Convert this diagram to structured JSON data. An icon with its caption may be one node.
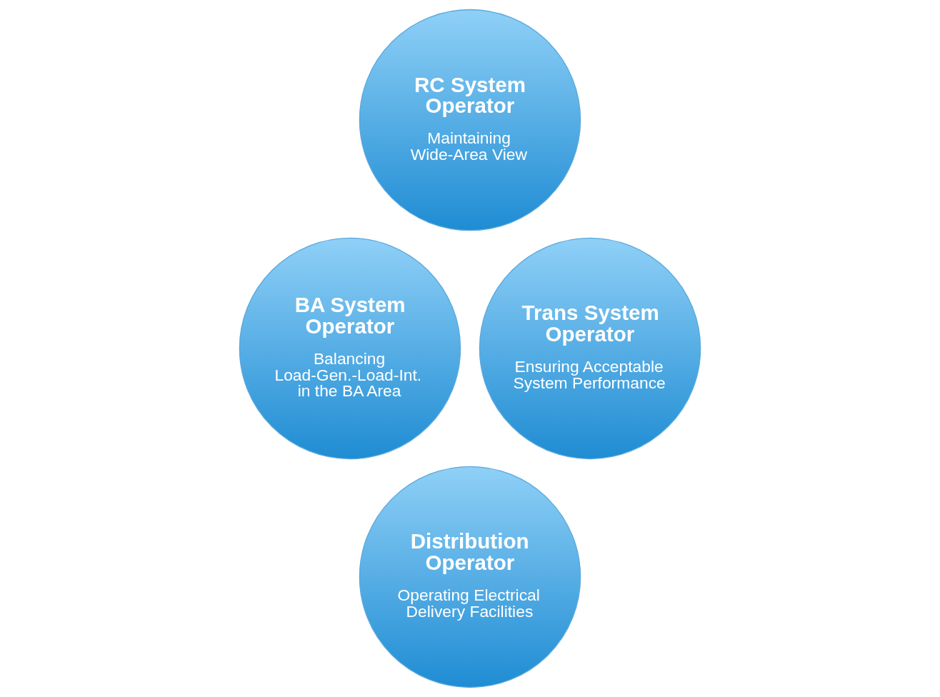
{
  "diagram": {
    "nodes": [
      {
        "text": [
          "RC System Operator",
          "Maintaining Wide-Area View"
        ]
      },
      {
        "text": [
          "BA System Operator",
          "Balancing Load-Gen.-Load-Int. in the BA Area"
        ]
      },
      {
        "text": [
          "Trans System Operator",
          "Ensuring Acceptable System Performance"
        ]
      },
      {
        "text": [
          "Distribution Operator",
          "Operating Electrical Delivery Facilities"
        ]
      }
    ]
  }
}
